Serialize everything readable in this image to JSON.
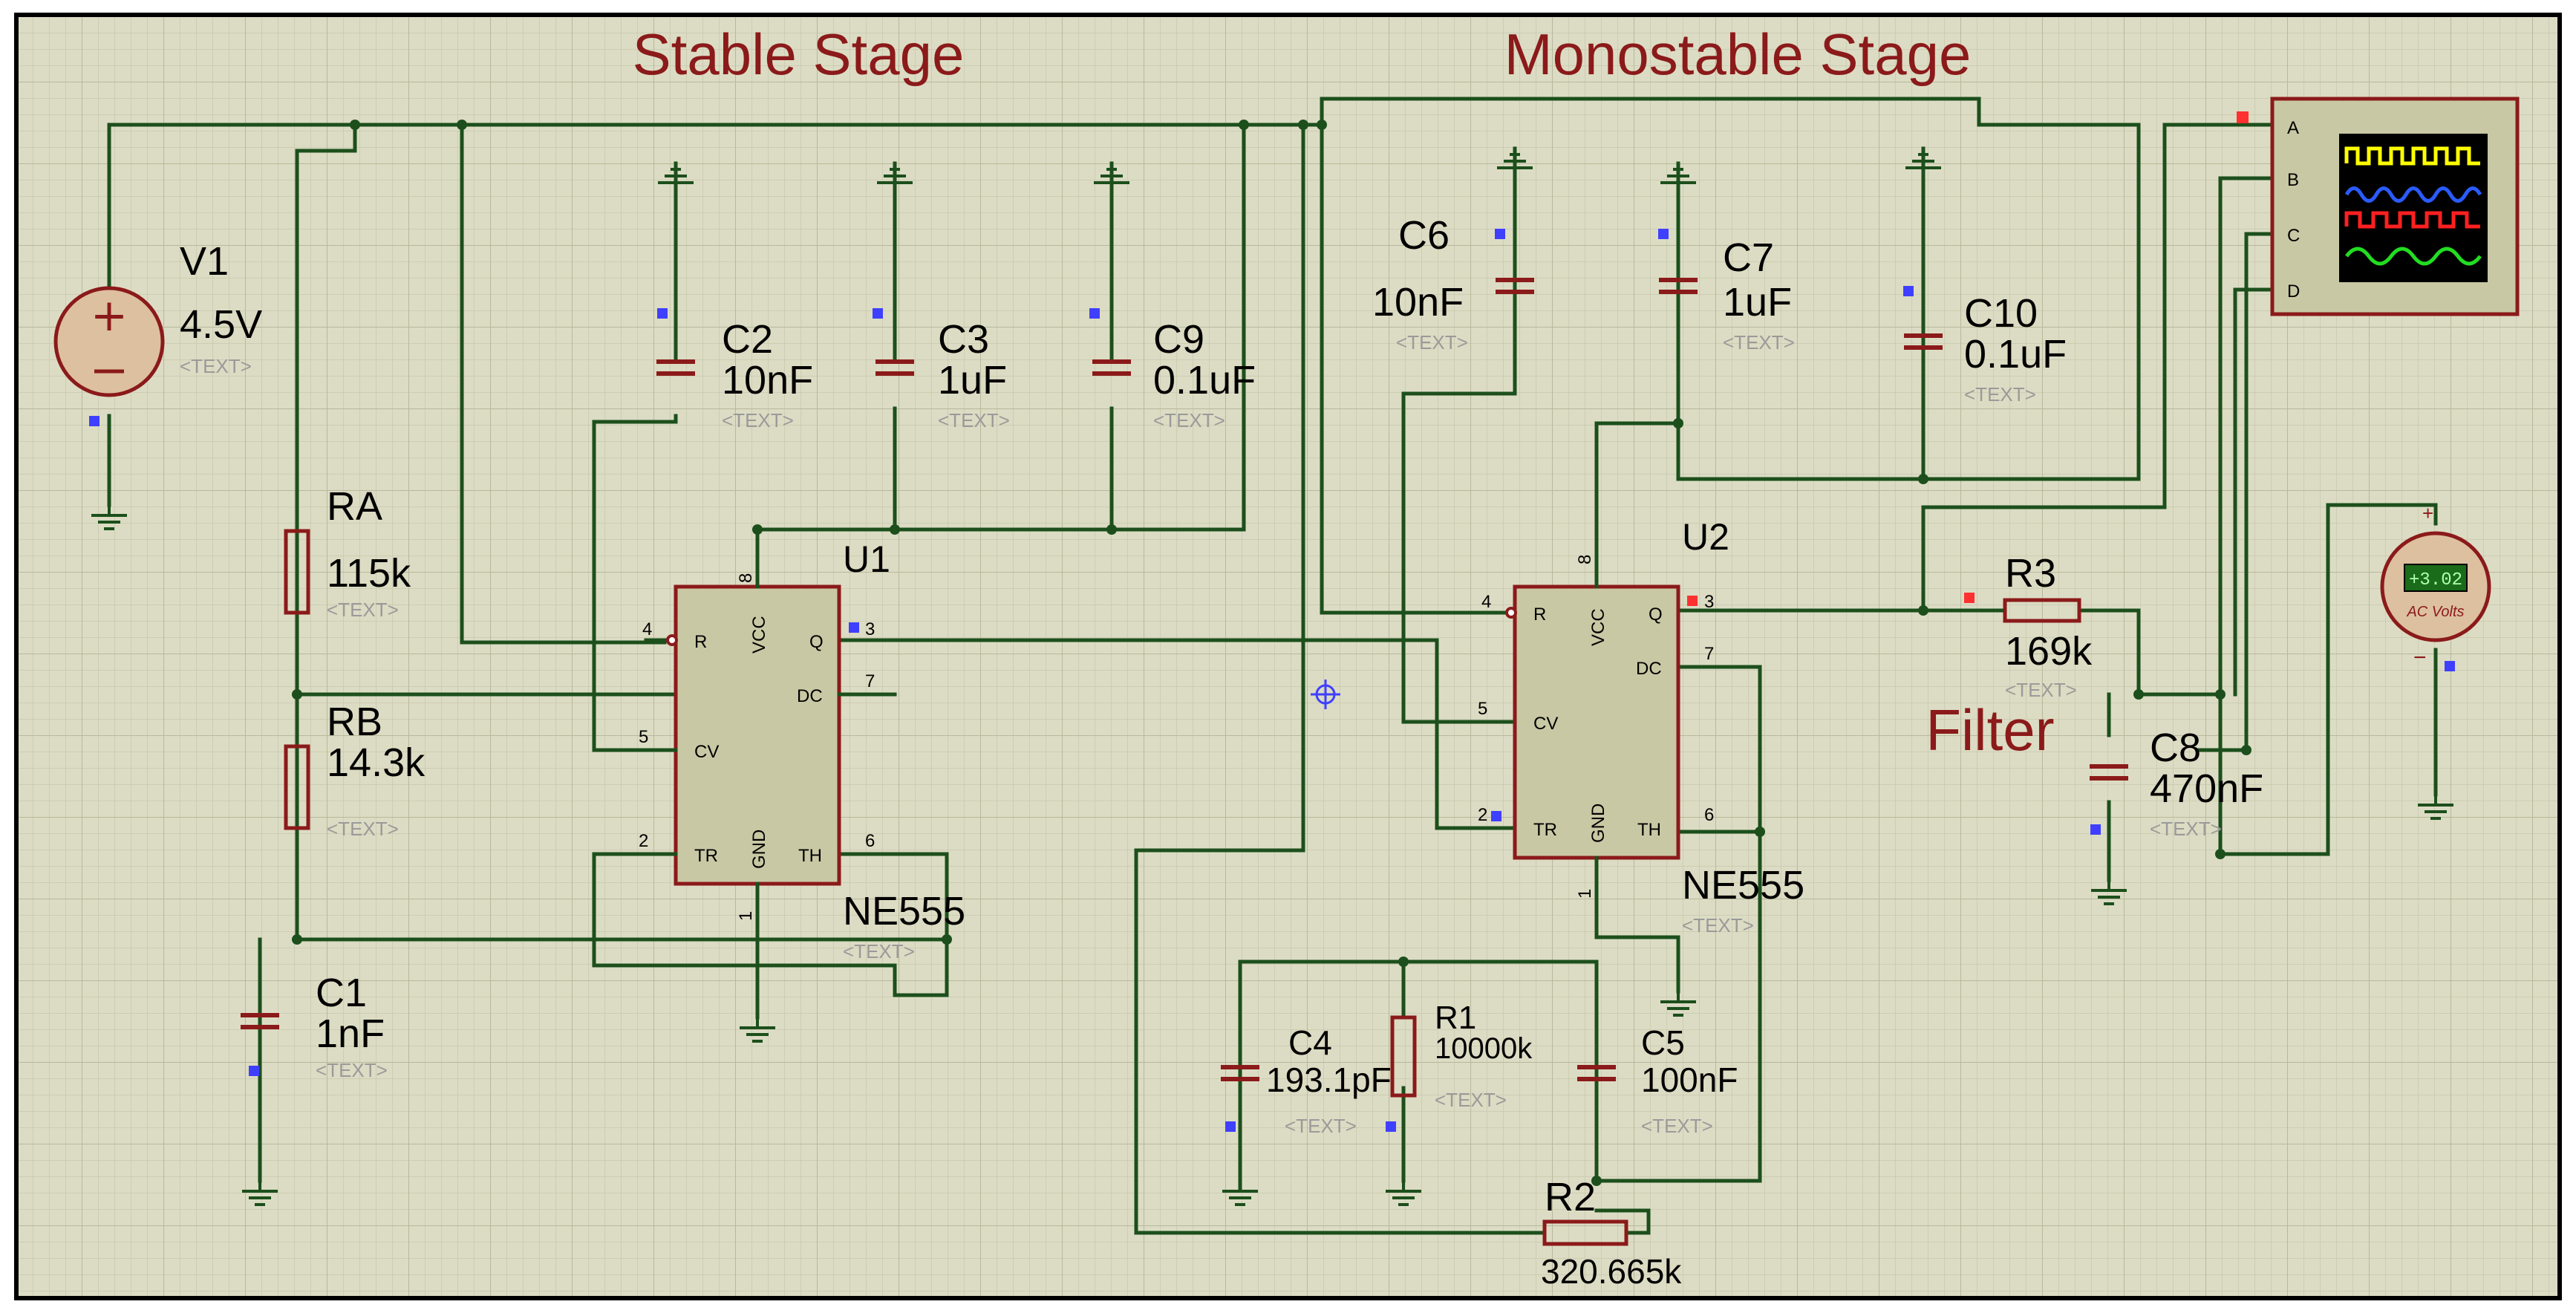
{
  "titles": {
    "astable": "Stable Stage",
    "monostable": "Monostable Stage",
    "filter": "Filter"
  },
  "placeholder_text": "<TEXT>",
  "components": {
    "V1": {
      "name": "V1",
      "value": "4.5V"
    },
    "RA": {
      "name": "RA",
      "value": "115k"
    },
    "RB": {
      "name": "RB",
      "value": "14.3k"
    },
    "C1": {
      "name": "C1",
      "value": "1nF"
    },
    "C2": {
      "name": "C2",
      "value": "10nF"
    },
    "C3": {
      "name": "C3",
      "value": "1uF"
    },
    "C9": {
      "name": "C9",
      "value": "0.1uF"
    },
    "U1": {
      "name": "U1",
      "part": "NE555"
    },
    "C6": {
      "name": "C6",
      "value": "10nF"
    },
    "C7": {
      "name": "C7",
      "value": "1uF"
    },
    "C10": {
      "name": "C10",
      "value": "0.1uF"
    },
    "U2": {
      "name": "U2",
      "part": "NE555"
    },
    "C4": {
      "name": "C4",
      "value": "193.1pF"
    },
    "R1": {
      "name": "R1",
      "value": "10000k"
    },
    "C5": {
      "name": "C5",
      "value": "100nF"
    },
    "R2": {
      "name": "R2",
      "value": "320.665k"
    },
    "R3": {
      "name": "R3",
      "value": "169k"
    },
    "C8": {
      "name": "C8",
      "value": "470nF"
    }
  },
  "ic_pins": {
    "R": "R",
    "VCC": "VCC",
    "Q": "Q",
    "DC": "DC",
    "CV": "CV",
    "TR": "TR",
    "GND": "GND",
    "TH": "TH",
    "n4": "4",
    "n8": "8",
    "n3": "3",
    "n7": "7",
    "n5": "5",
    "n2": "2",
    "n6": "6",
    "n1": "1"
  },
  "oscilloscope": {
    "channels": [
      "A",
      "B",
      "C",
      "D"
    ],
    "trace_colors": [
      "#ffff00",
      "#2a5bff",
      "#ff2020",
      "#22dd22"
    ]
  },
  "voltmeter": {
    "reading": "+3.02",
    "unit_label": "AC Volts",
    "plus": "+",
    "minus": "−"
  },
  "colors": {
    "background": "#dcdcc4",
    "grid": "#c4c4ab",
    "wire": "#1c4f1c",
    "component": "#8b1a1a",
    "ic_fill": "#c9c8a4",
    "pin_marker_blue": "#3f3fff",
    "pin_marker_red": "#ff3030"
  }
}
